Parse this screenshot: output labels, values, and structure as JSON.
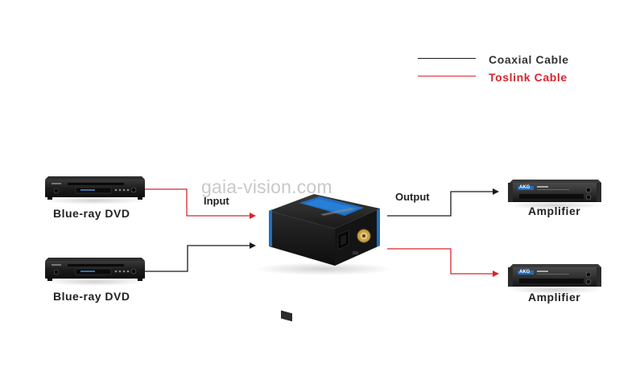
{
  "legend": {
    "items": [
      {
        "label": "Coaxial Cable",
        "color": "#1a1a1a"
      },
      {
        "label": "Toslink Cable",
        "color": "#d8262e"
      }
    ]
  },
  "watermark": "gaia-vision.com",
  "sources": [
    {
      "label": "Blue-ray DVD",
      "cable": "Toslink Cable"
    },
    {
      "label": "Blue-ray DVD",
      "cable": "Coaxial Cable"
    }
  ],
  "outputs": [
    {
      "label": "Amplifier",
      "cable": "Coaxial Cable",
      "brand": "AKG"
    },
    {
      "label": "Amplifier",
      "cable": "Toslink Cable",
      "brand": "AKG"
    }
  ],
  "ports": {
    "input_label": "Input",
    "output_label": "Output"
  },
  "colors": {
    "coaxial": "#1a1a1a",
    "toslink": "#d8262e",
    "device_body": "#1c1c1c",
    "accent_blue": "#1f6fc1"
  }
}
